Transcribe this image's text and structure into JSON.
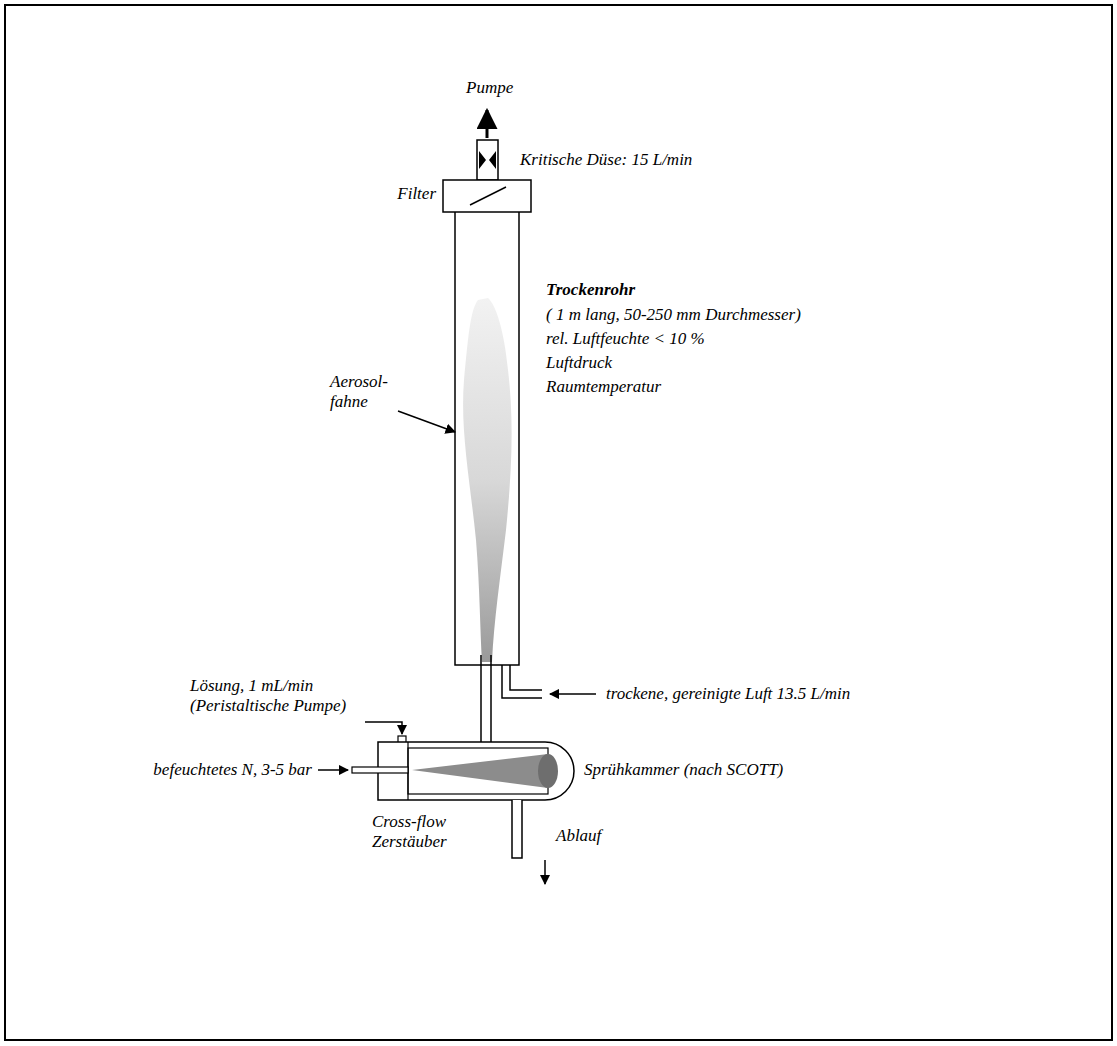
{
  "diagram": {
    "labels": [
      "Pumpe",
      "Kritische Düse: 15 L/min",
      "Filter",
      "Trockenrohr",
      "( 1 m lang, 50-250 mm Durchmesser)",
      "rel. Luftfeuchte < 10 %",
      "Luftdruck",
      "Raumtemperatur",
      "Aerosol- fahne",
      "Lösung, 1 mL/min (Peristaltische Pumpe)",
      "trockene, gereinigte Luft 13.5 L/min",
      "befeuchtetes N, 3-5 bar",
      "Sprühkammer (nach SCOTT)",
      "Cross-flow Zerstäuber",
      "Ablauf"
    ]
  }
}
